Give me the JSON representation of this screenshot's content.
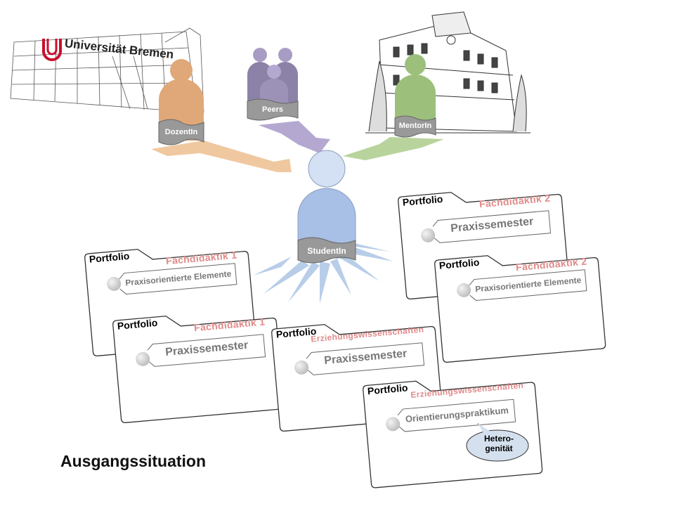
{
  "title": "Ausgangssituation",
  "university": {
    "name": "Universität Bremen"
  },
  "colors": {
    "dozent": "#e0a878",
    "peers": "#9c92b8",
    "mentor": "#9cc07c",
    "student": "#a8bfe6",
    "subject": "#e08a8a"
  },
  "people": {
    "dozent": "DozentIn",
    "peers": "Peers",
    "mentor": "MentorIn",
    "student": "StudentIn"
  },
  "folders": [
    {
      "label": "Portfolio",
      "subject": "Fachdidaktik 1",
      "item": "Praxisorientierte Elemente"
    },
    {
      "label": "Portfolio",
      "subject": "Fachdidaktik 1",
      "item": "Praxissemester"
    },
    {
      "label": "Portfolio",
      "subject": "Fachdidaktik 2",
      "item": "Praxissemester"
    },
    {
      "label": "Portfolio",
      "subject": "Fachdidaktik 2",
      "item": "Praxisorientierte Elemente"
    },
    {
      "label": "Portfolio",
      "subject": "Erziehungswissenschaften",
      "item": "Praxissemester"
    },
    {
      "label": "Portfolio",
      "subject": "Erziehungswissenschaften",
      "item": "Orientierungspraktikum"
    }
  ],
  "callout": "Hetero-\ngenität"
}
